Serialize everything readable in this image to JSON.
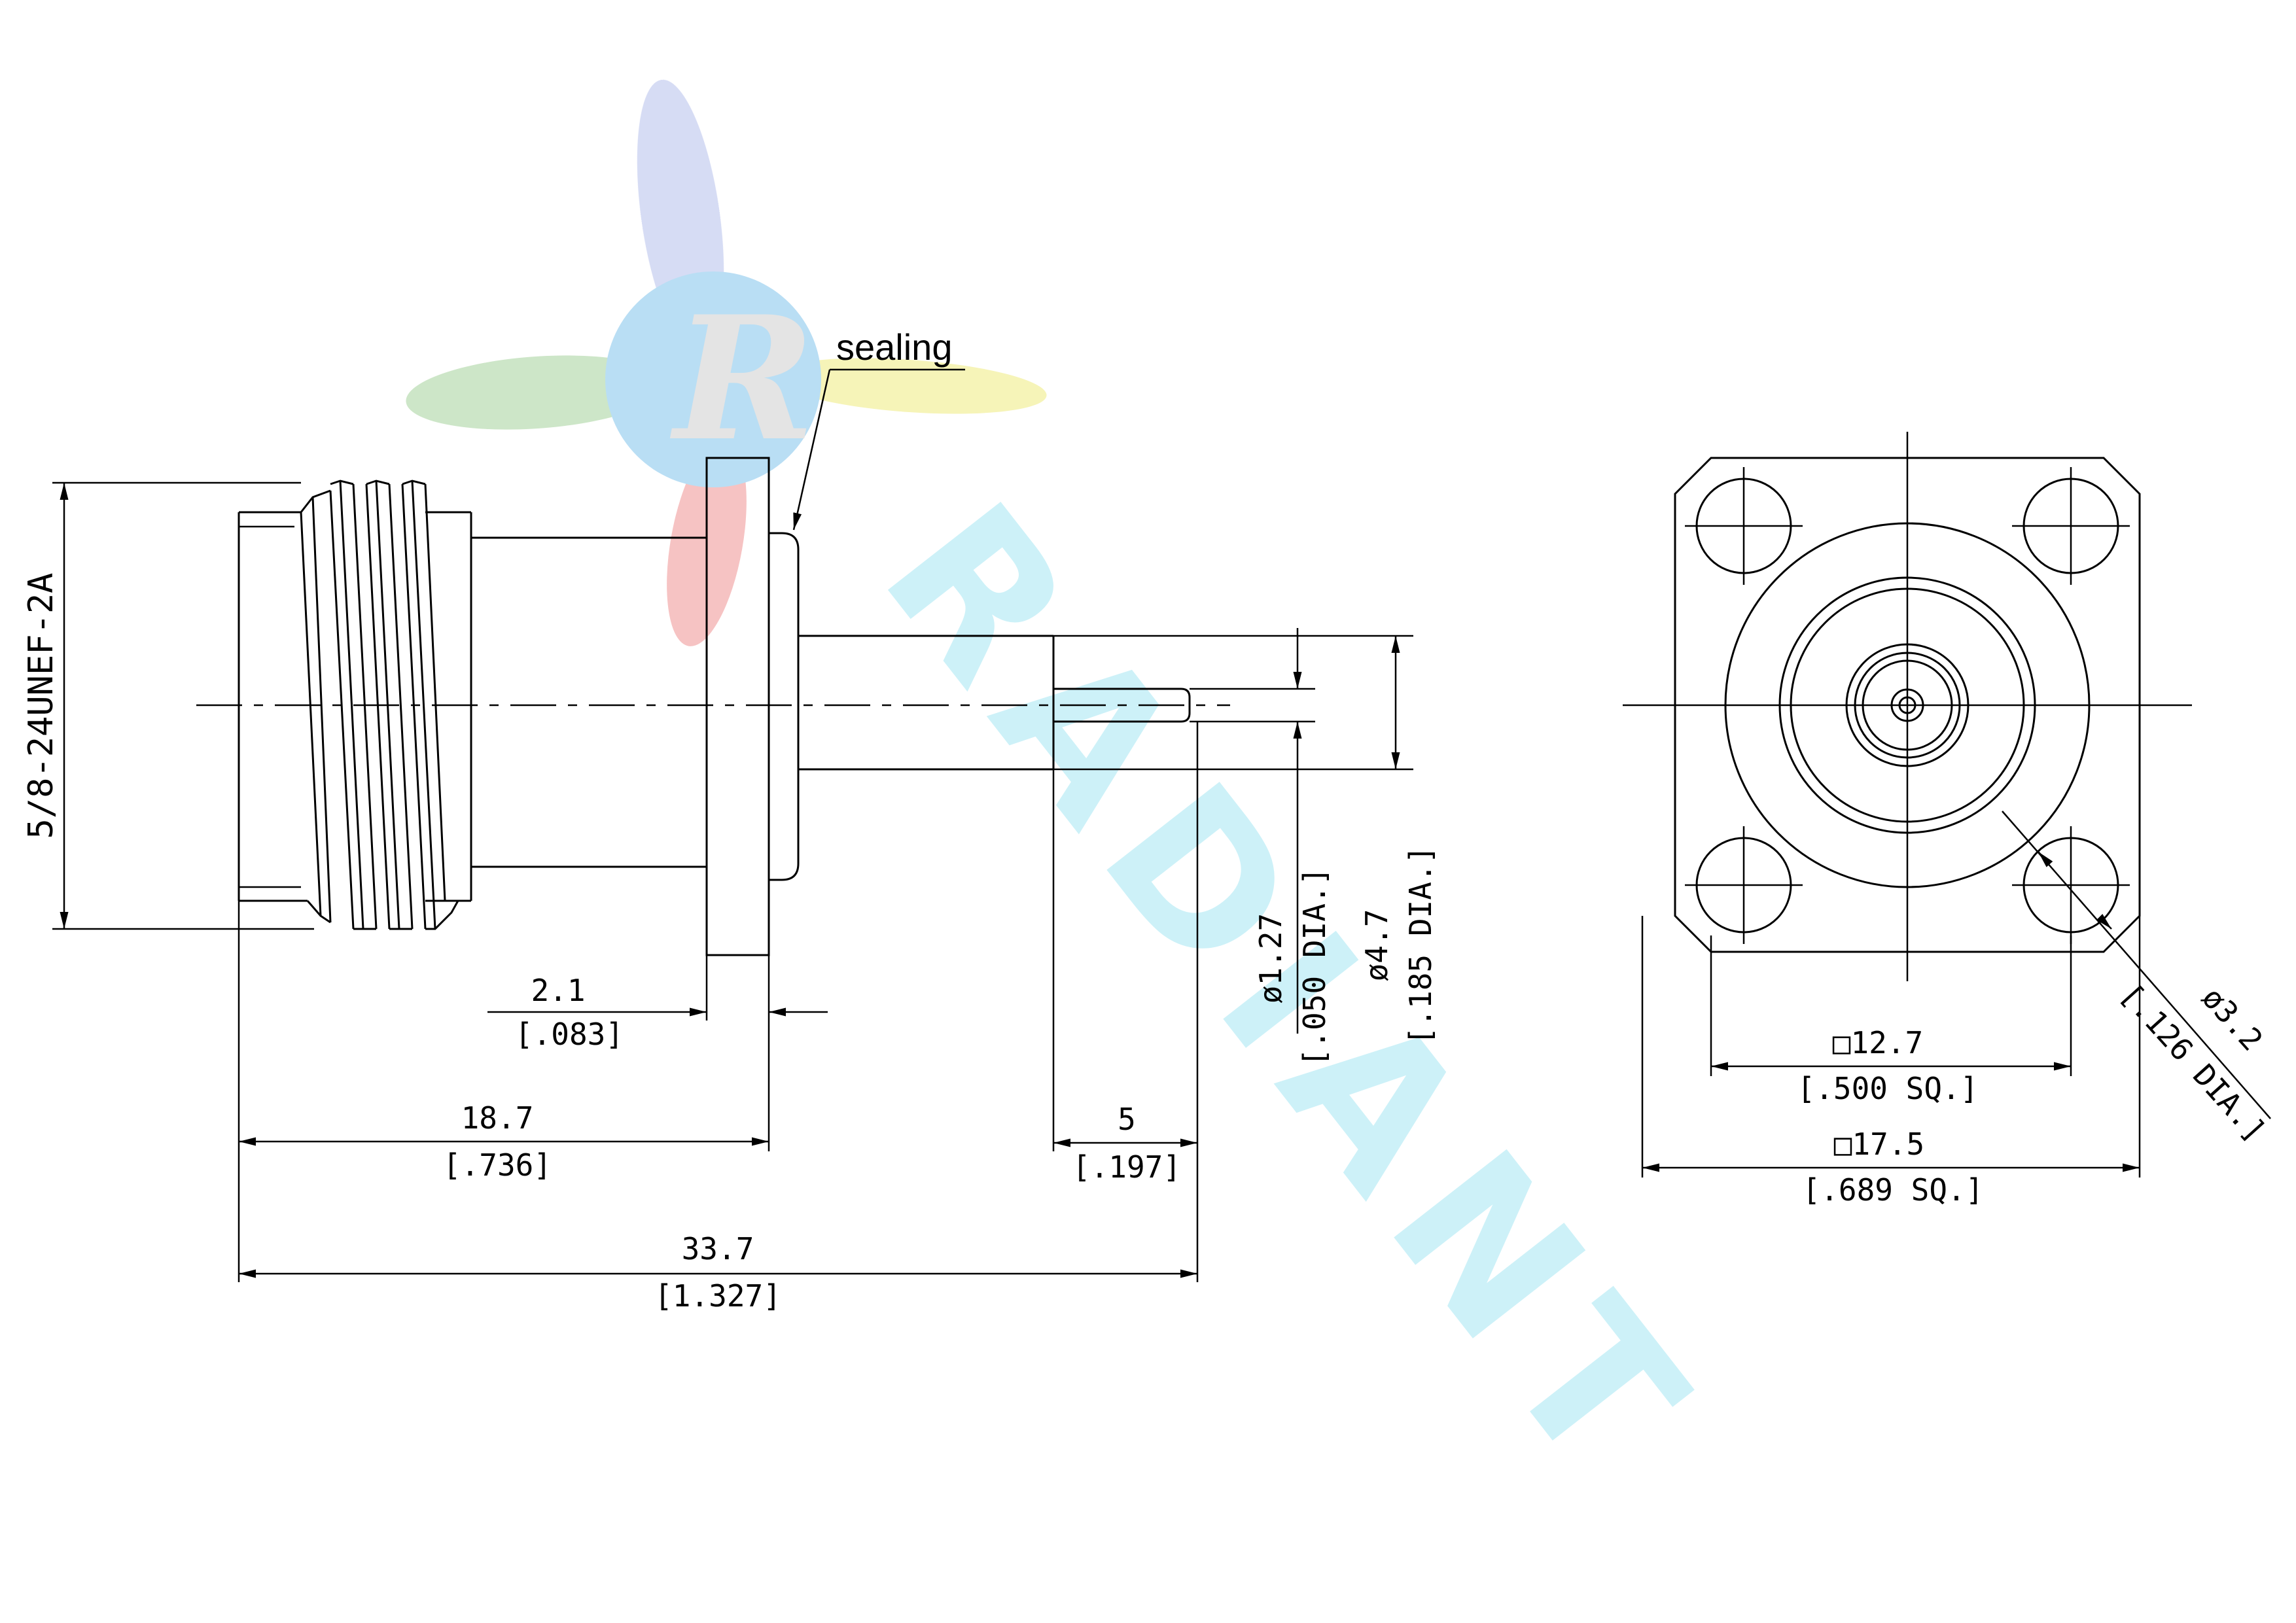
{
  "watermark": {
    "logo_letter": "R",
    "brand_text": "RADIANT",
    "colors": {
      "blue": "#8fc7ef",
      "green": "#b8dcb0",
      "yellow": "#f2ef9a",
      "red": "#f3a9a9",
      "cyan": "#b9ecf5"
    }
  },
  "side_view": {
    "thread_spec": "5/8-24UNEF-2A",
    "sealing_label": "sealing",
    "dims": {
      "flange_thickness": {
        "mm": "2.1",
        "inch": "[.083]"
      },
      "to_flange": {
        "mm": "18.7",
        "inch": "[.736]"
      },
      "pin_length": {
        "mm": "5",
        "inch": "[.197]"
      },
      "overall_length": {
        "mm": "33.7",
        "inch": "[1.327]"
      },
      "pin_diameter": {
        "mm": "ø1.27",
        "inch": "[.050 DIA.]"
      },
      "insulator_diameter": {
        "mm": "ø4.7",
        "inch": "[.185 DIA.]"
      }
    }
  },
  "front_view": {
    "dims": {
      "hole_spacing": {
        "mm": "□12.7",
        "inch": "[.500 SQ.]"
      },
      "flange_size": {
        "mm": "□17.5",
        "inch": "[.689 SQ.]"
      },
      "hole_diameter": {
        "mm": "ø3.2",
        "inch": "[.126 DIA.]"
      }
    }
  }
}
